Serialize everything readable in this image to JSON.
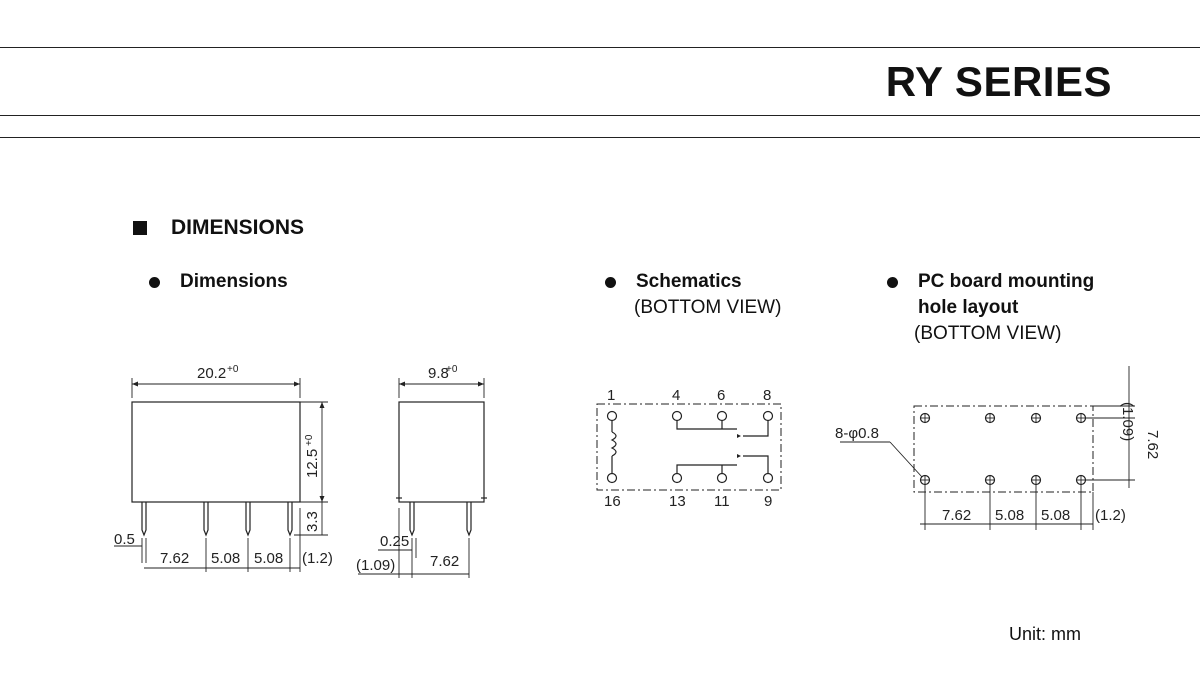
{
  "header": {
    "title": "RY SERIES"
  },
  "section": {
    "title": "DIMENSIONS"
  },
  "dimensions_panel": {
    "heading": "Dimensions",
    "width_label": "20.2",
    "width_tol": "+0",
    "height_label": "12.5",
    "height_tol": "+0",
    "pin_len": "3.3",
    "pin_w": "0.5",
    "pitch_a": "7.62",
    "pitch_b": "5.08",
    "pitch_c": "5.08",
    "offset": "(1.2)"
  },
  "side_panel": {
    "depth_label": "9.8",
    "depth_tol": "+0",
    "pin_t": "0.25",
    "offset": "(1.09)",
    "spacing": "7.62"
  },
  "schematics": {
    "heading": "Schematics",
    "view": "(BOTTOM VIEW)",
    "pins_top": [
      "1",
      "4",
      "6",
      "8"
    ],
    "pins_bottom": [
      "16",
      "13",
      "11",
      "9"
    ]
  },
  "pcb_layout": {
    "heading_line1": "PC board mounting",
    "heading_line2": "hole layout",
    "view": "(BOTTOM VIEW)",
    "hole_label": "8-φ0.8",
    "offset_top": "(1.09)",
    "row_spacing": "7.62",
    "pitch_a": "7.62",
    "pitch_b": "5.08",
    "pitch_c": "5.08",
    "offset_right": "(1.2)"
  },
  "footer": {
    "unit": "Unit: mm"
  }
}
